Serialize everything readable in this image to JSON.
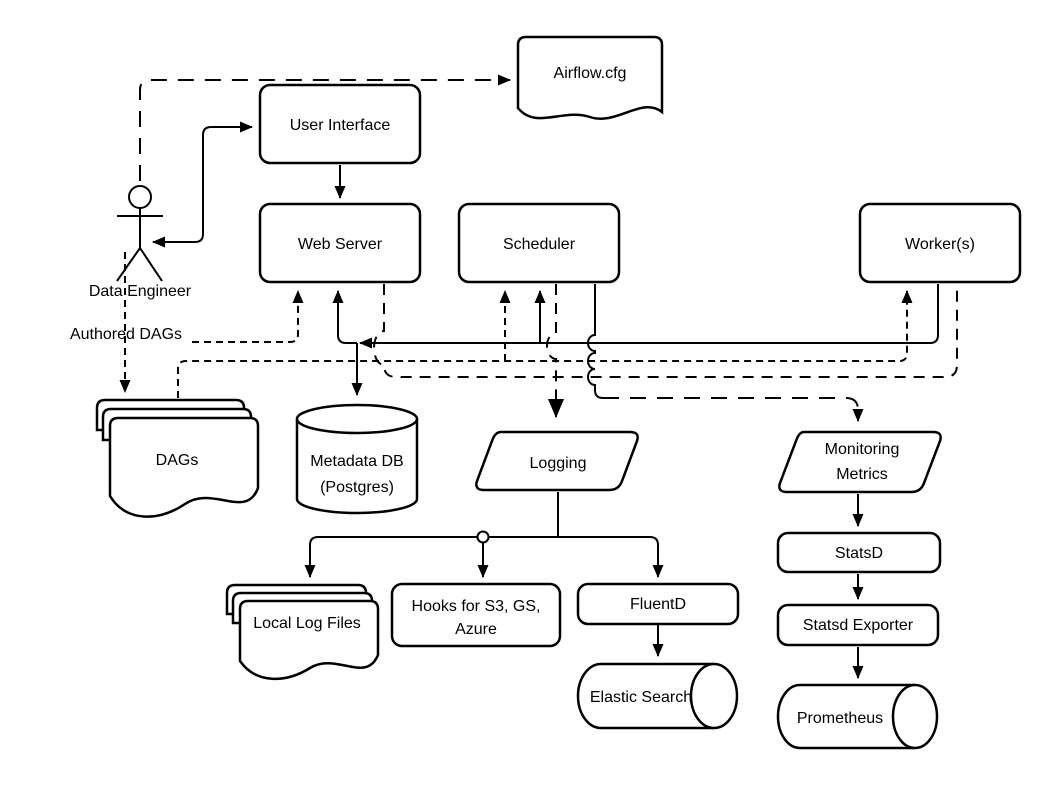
{
  "diagram": {
    "title_hint": "Airflow architecture diagram",
    "colors": {
      "background": "#ffffff",
      "stroke": "#000000",
      "text": "#000000"
    },
    "nodes": {
      "airflow_cfg": {
        "label": "Airflow.cfg",
        "shape": "document"
      },
      "user_interface": {
        "label": "User Interface",
        "shape": "rounded-rect"
      },
      "web_server": {
        "label": "Web Server",
        "shape": "rounded-rect"
      },
      "scheduler": {
        "label": "Scheduler",
        "shape": "rounded-rect"
      },
      "workers": {
        "label": "Worker(s)",
        "shape": "rounded-rect"
      },
      "data_engineer": {
        "label": "Data Engineer",
        "shape": "actor"
      },
      "authored_dags": {
        "label": "Authored DAGs",
        "shape": "edge-label"
      },
      "dags": {
        "label": "DAGs",
        "shape": "multi-document"
      },
      "metadata_db": {
        "label_line1": "Metadata DB",
        "label_line2": "(Postgres)",
        "shape": "cylinder"
      },
      "logging": {
        "label": "Logging",
        "shape": "parallelogram"
      },
      "monitoring_metrics": {
        "label_line1": "Monitoring",
        "label_line2": "Metrics",
        "shape": "parallelogram"
      },
      "local_log_files": {
        "label": "Local Log Files",
        "shape": "multi-document"
      },
      "hooks": {
        "label_line1": "Hooks for  S3, GS,",
        "label_line2": "Azure",
        "shape": "rounded-rect"
      },
      "fluentd": {
        "label": "FluentD",
        "shape": "rounded-rect"
      },
      "elastic_search": {
        "label": "Elastic Search",
        "shape": "horizontal-cylinder"
      },
      "statsd": {
        "label": "StatsD",
        "shape": "rounded-rect"
      },
      "statsd_exporter": {
        "label": "Statsd Exporter",
        "shape": "rounded-rect"
      },
      "prometheus": {
        "label": "Prometheus",
        "shape": "horizontal-cylinder"
      }
    }
  }
}
